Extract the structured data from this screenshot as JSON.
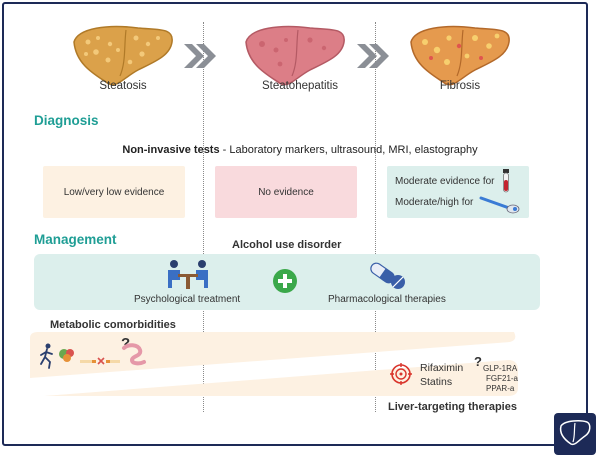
{
  "stages": [
    "Steatosis",
    "Steatohepatitis",
    "Fibrosis"
  ],
  "diagnosis": {
    "title": "Diagnosis",
    "tests_bold": "Non-invasive tests",
    "tests_rest": " - Laboratory markers, ultrasound, MRI, elastography",
    "evidence": [
      "Low/very low evidence",
      "No evidence",
      "Moderate evidence for",
      "Moderate/high for"
    ]
  },
  "management": {
    "title": "Management",
    "aud": "Alcohol use disorder",
    "psych": "Psychological treatment",
    "pharm": "Pharmacological therapies",
    "metabolic": "Metabolic comorbidities",
    "rifaximin": "Rifaximin",
    "statins": "Statins",
    "question": "?",
    "emerging": [
      "GLP-1RA",
      "FGF21-a",
      "PPAR-a"
    ],
    "liver_targeting": "Liver-targeting therapies"
  },
  "colors": {
    "teal": "#1f9e95",
    "peach": "#fdf1e2",
    "pink": "#f9dadd",
    "mint": "#dcefec",
    "frame": "#1d2a57"
  }
}
